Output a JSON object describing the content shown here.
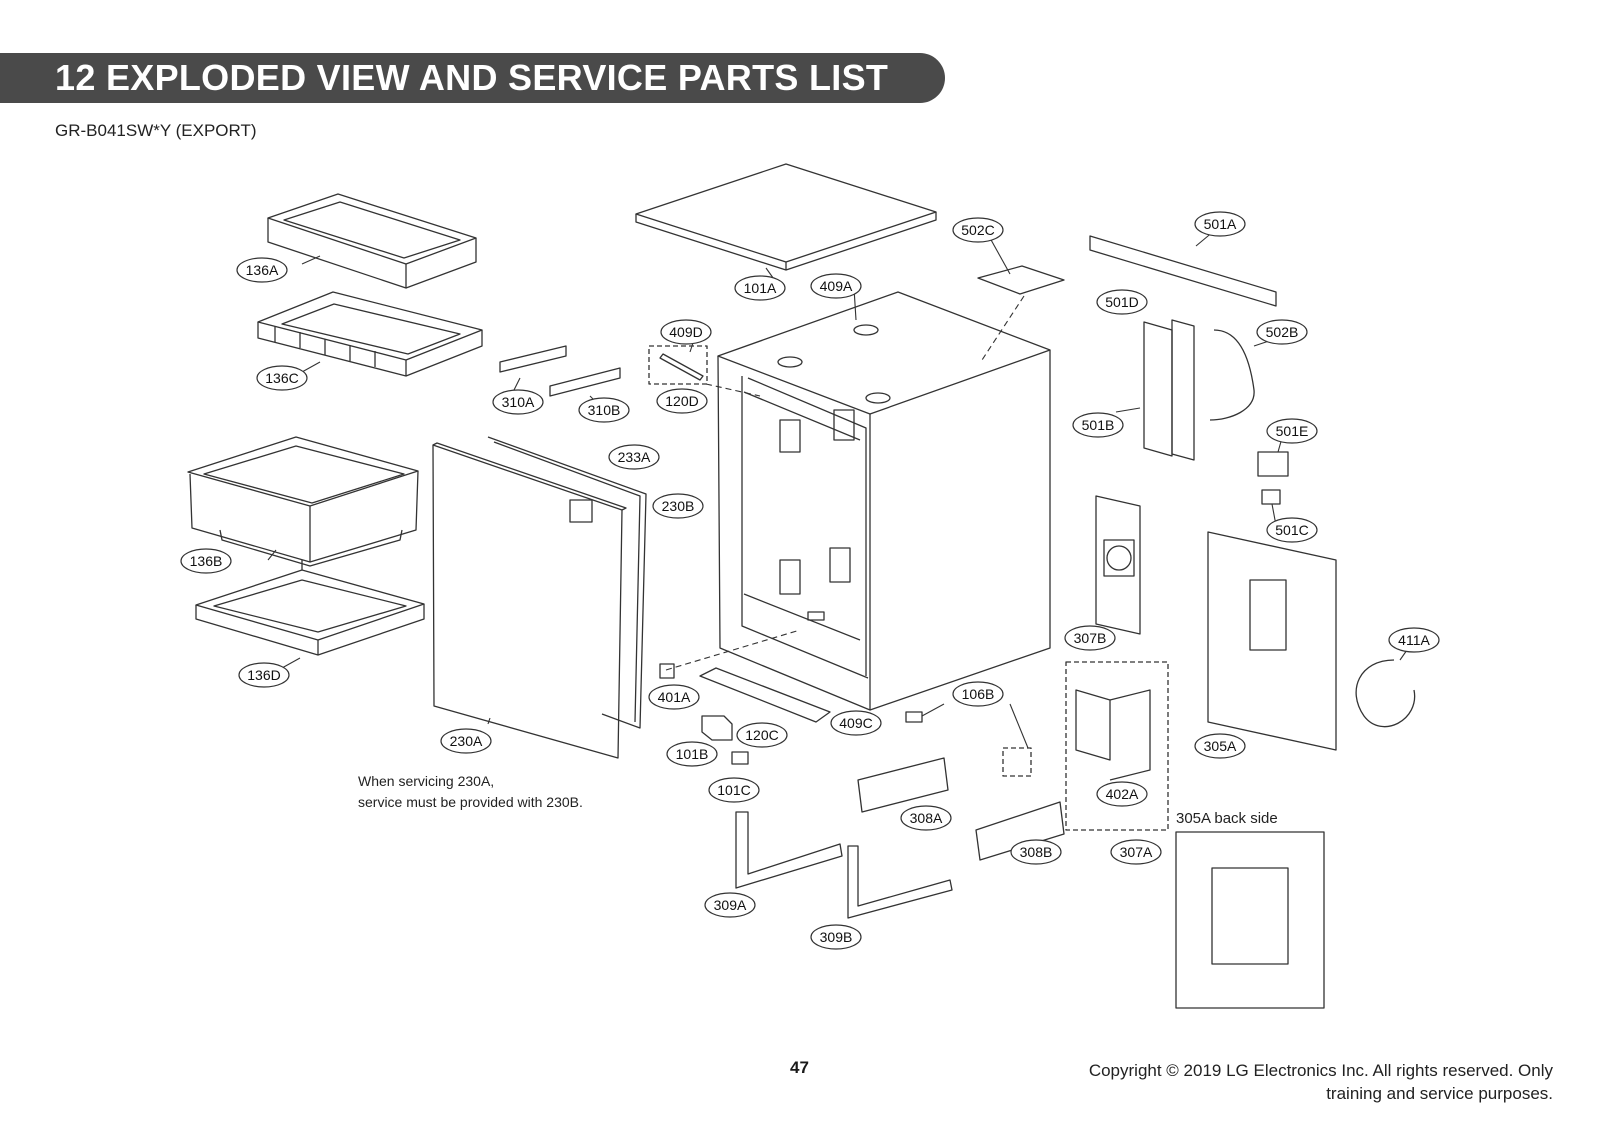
{
  "header": {
    "title": "12 EXPLODED VIEW AND SERVICE PARTS LIST",
    "model": "GR-B041SW*Y (EXPORT)"
  },
  "notes": {
    "line1": "When servicing 230A,",
    "line2": "service must be provided with 230B.",
    "back_side": "305A back side"
  },
  "footer": {
    "page": "47",
    "copyright_line1": "Copyright © 2019 LG Electronics Inc. All rights reserved. Only",
    "copyright_line2": "training and service purposes."
  },
  "parts": [
    "136A",
    "136C",
    "136B",
    "136D",
    "101A",
    "409A",
    "409D",
    "120D",
    "310A",
    "310B",
    "233A",
    "230B",
    "230A",
    "401A",
    "120C",
    "409C",
    "101B",
    "101C",
    "106B",
    "308A",
    "308B",
    "309A",
    "309B",
    "502C",
    "501A",
    "501D",
    "502B",
    "501B",
    "501E",
    "501C",
    "307B",
    "305A",
    "411A",
    "402A",
    "307A"
  ]
}
